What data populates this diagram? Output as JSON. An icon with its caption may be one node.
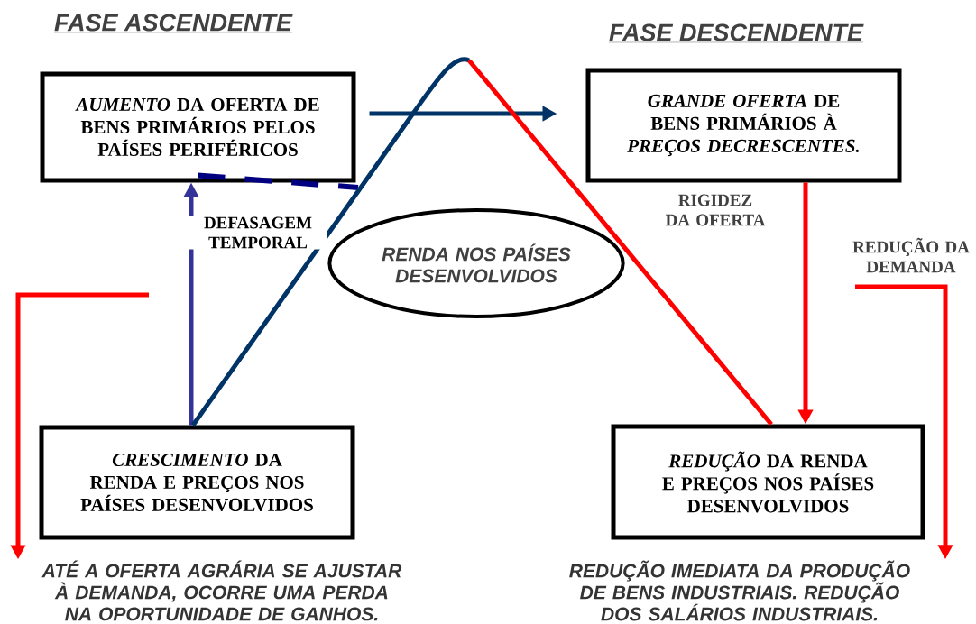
{
  "diagram": {
    "nodes": [
      {
        "text": [
          "*AUMENTO* DA OFERTA DE BENS PRIMÁRIOS PELOS PAÍSES PERIFÉRICOS"
        ]
      },
      {
        "text": [
          "*GRANDE OFERTA* DE BENS PRIMÁRIOS À *PREÇOS DECRESCENTES.*"
        ]
      },
      {
        "text": [
          "RENDA NOS PAÍSES DESENVOLVIDOS"
        ]
      },
      {
        "text": [
          "*CRESCIMENTO* DA RENDA E PREÇOS NOS PAÍSES DESENVOLVIDOS"
        ]
      },
      {
        "text": [
          "*REDUÇÃO* DA RENDA E PREÇOS NOS PAÍSES DESENVOLVIDOS"
        ]
      },
      {
        "text": [
          "ATÉ A OFERTA AGRÁRIA SE AJUSTAR À DEMANDA, OCORRE UMA PERDA NA OPORTUNIDADE DE GANHOS."
        ]
      },
      {
        "text": [
          "REDUÇÃO IMEDIATA DA PRODUÇÃO DE BENS INDUSTRIAIS. REDUÇÃO DOS SALÁRIOS INDUSTRIAIS."
        ]
      }
    ],
    "edges": [
      {
        "from": 3,
        "to": 0,
        "arrow": "to",
        "label": "DEFASAGEM TEMPORAL",
        "color": "#333399"
      },
      {
        "from": 0,
        "to": null,
        "arrow": "none",
        "style": "dashed",
        "color": "#000080"
      },
      {
        "from": 0,
        "to": 1,
        "arrow": "to",
        "color": "#003366"
      },
      {
        "from": 3,
        "to": null,
        "arrow": "none",
        "color": "#003366"
      },
      {
        "from": null,
        "to": 4,
        "arrow": "none",
        "color": "#ff0000"
      },
      {
        "from": 1,
        "to": 4,
        "arrow": "to",
        "label": "RIGIDEZ DA OFERTA",
        "color": "#ff0000"
      },
      {
        "from": null,
        "to": 5,
        "arrow": "to",
        "color": "#ff0000"
      },
      {
        "from": null,
        "to": 6,
        "arrow": "to",
        "label": "REDUÇÃO DA DEMANDA",
        "color": "#ff0000"
      }
    ],
    "labels": [
      "FASE ASCENDENTE",
      "FASE DESCENDENTE"
    ]
  }
}
